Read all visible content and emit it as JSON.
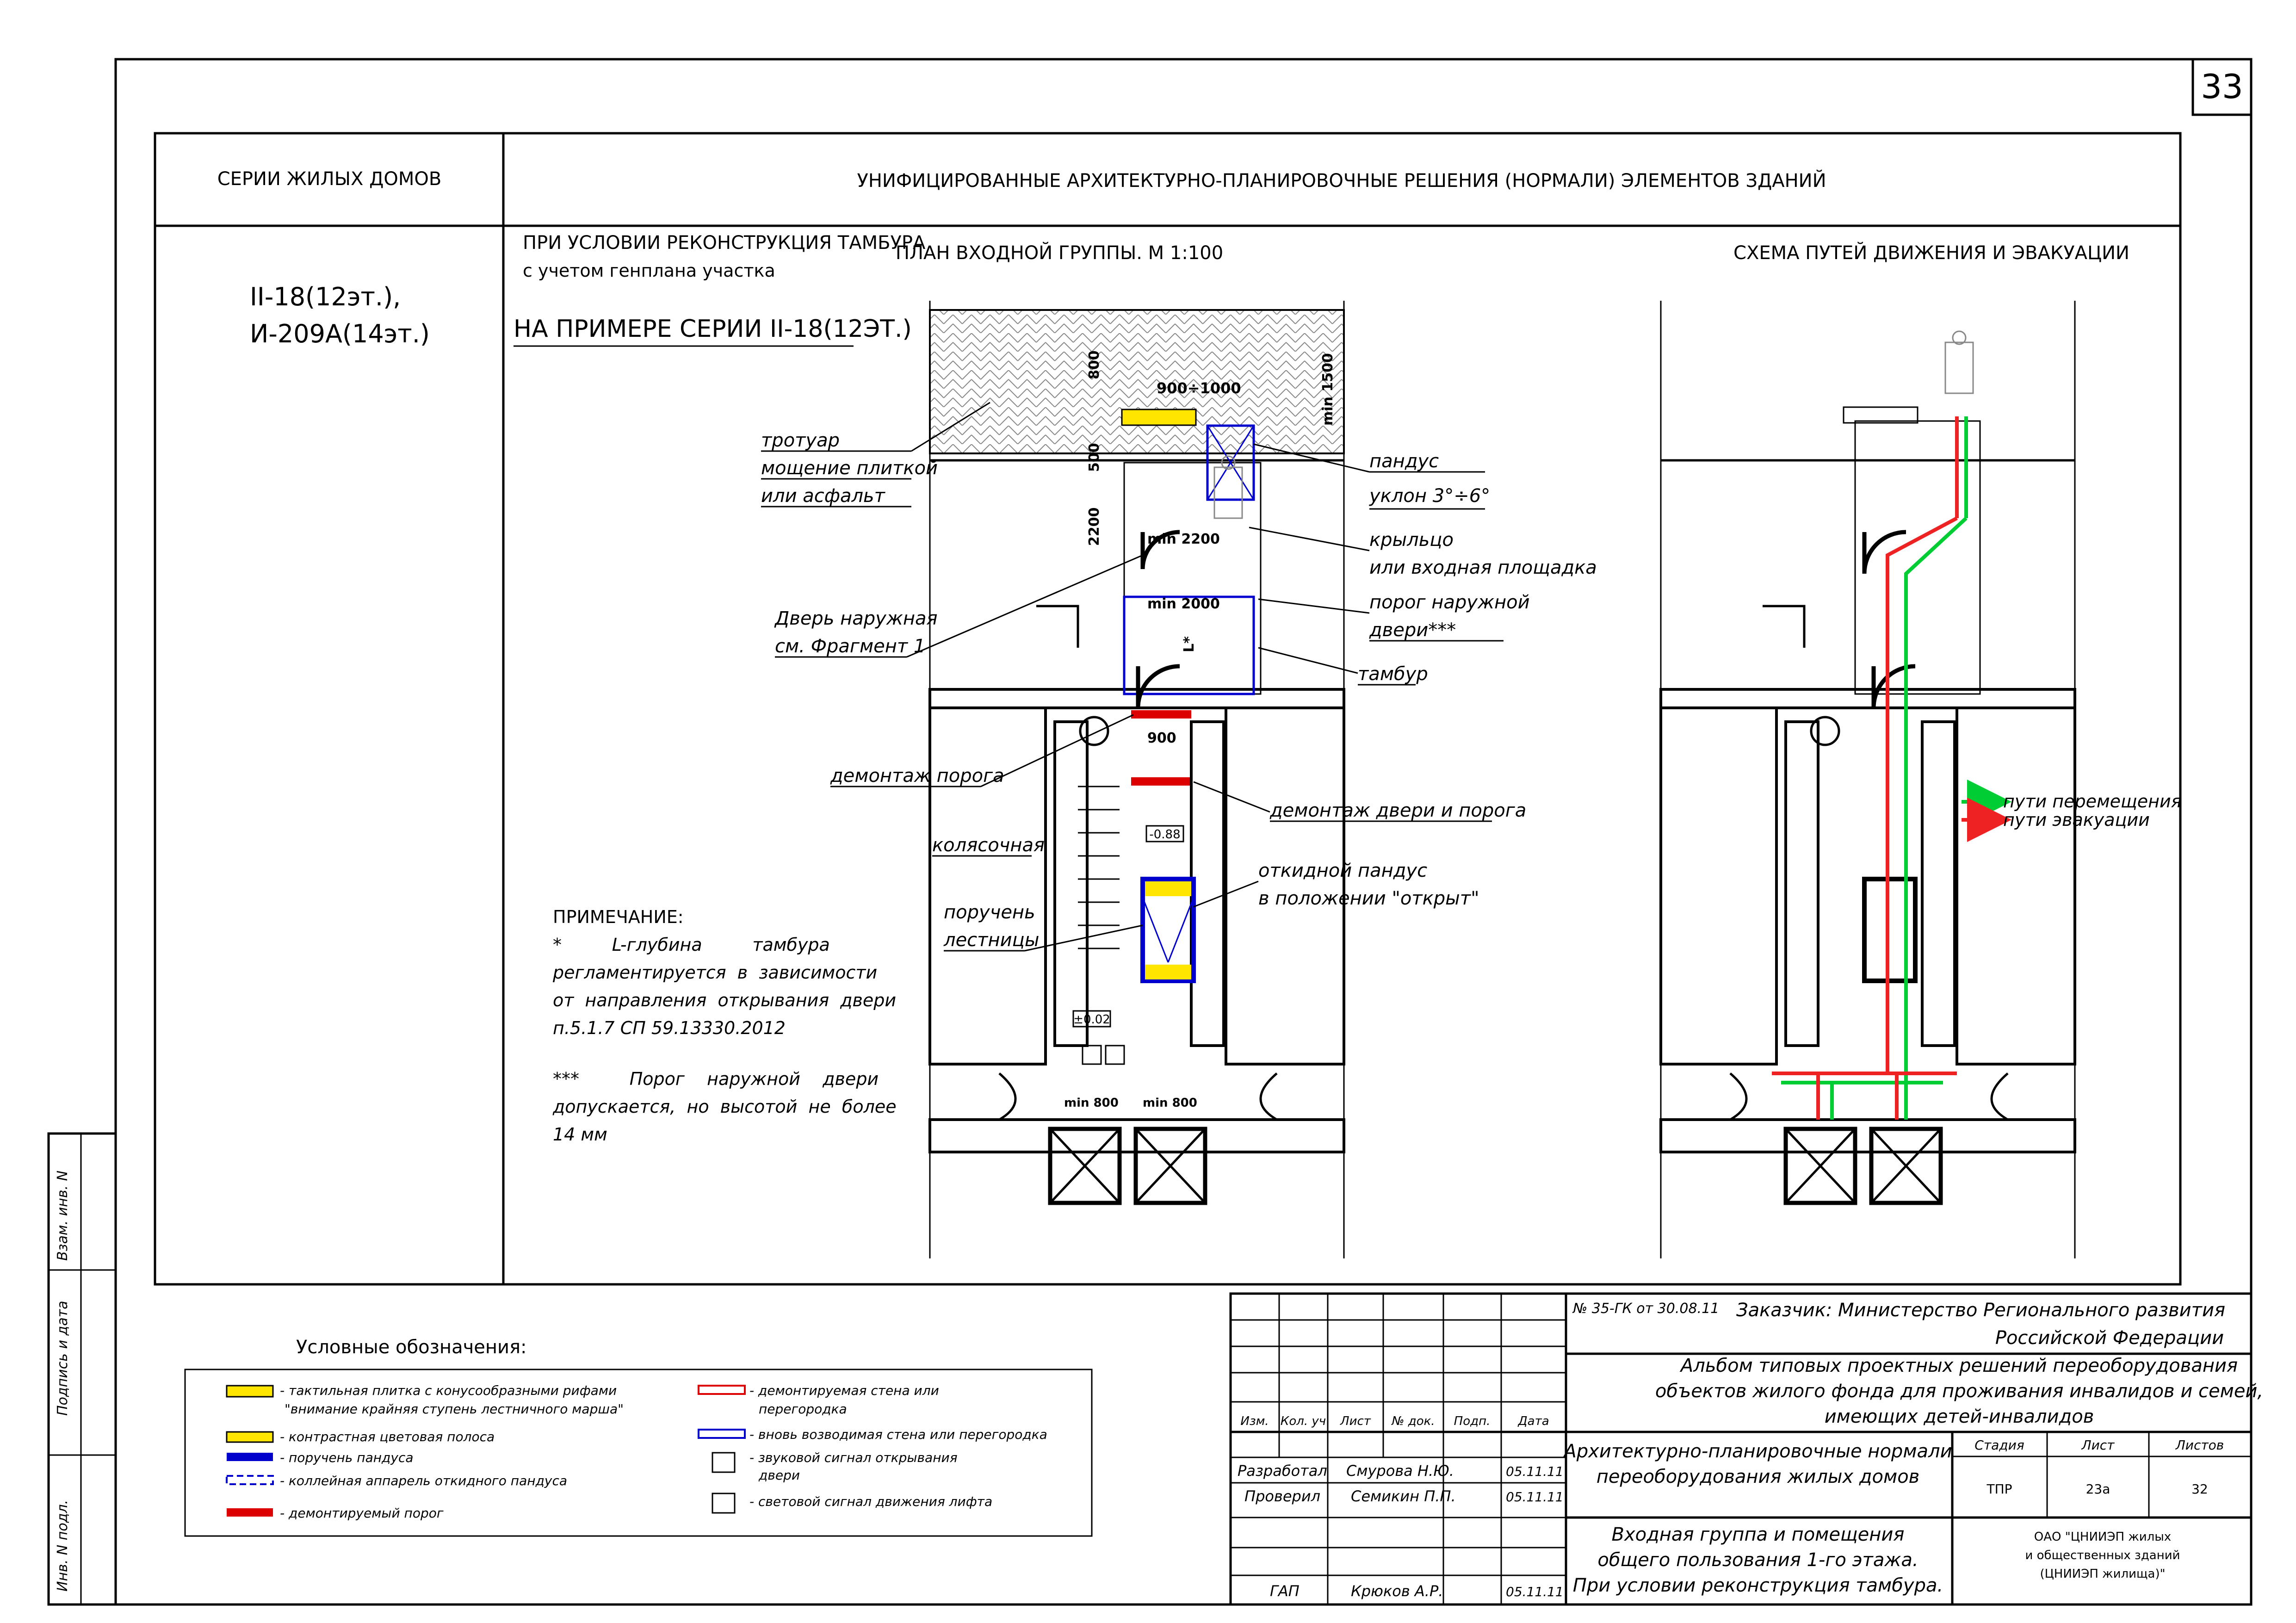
{
  "sheet_number": "33",
  "header": {
    "series_label": "СЕРИИ ЖИЛЫХ ДОМОВ",
    "title": "УНИФИЦИРОВАННЫЕ АРХИТЕКТУРНО-ПЛАНИРОВОЧНЫЕ РЕШЕНИЯ (НОРМАЛИ) ЭЛЕМЕНТОВ ЗДАНИЙ"
  },
  "series": {
    "line1": "II-18(12эт.),",
    "line2": "И-209А(14эт.)"
  },
  "condition": {
    "line1": "ПРИ УСЛОВИИ РЕКОНСТРУКЦИЯ ТАМБУРА",
    "line2": "с учетом генплана участка"
  },
  "example_title": "НА ПРИМЕРЕ СЕРИИ II-18(12ЭТ.)",
  "plan": {
    "title": "ПЛАН ВХОДНОЙ ГРУППЫ. М 1:100",
    "dims": {
      "d500": "500",
      "d800": "800",
      "d2200": "2200",
      "d900_1000": "900÷1000",
      "d1500": "min 1500",
      "dmin2200": "min 2200",
      "dmin2000": "min 2000",
      "d900": "900",
      "dL": "L*",
      "dmin800a": "min 800",
      "dmin800b": "min 800"
    },
    "levels": {
      "l1": "-0.88",
      "l2": "±0.02"
    },
    "labels": {
      "trotuar": "тротуар",
      "moschenie": "мощение плиткой",
      "asfalt": "или асфальт",
      "door_outer1": "Дверь наружная",
      "door_outer2": "см. Фрагмент 1",
      "demontazh_poroga": "демонтаж порога",
      "kolyasochnaya": "колясочная",
      "poruchen1": "поручень",
      "poruchen2": "лестницы",
      "pandus": "пандус",
      "uklon": "уклон 3°÷6°",
      "kryltso1": "крыльцо",
      "kryltso2": "или входная площадка",
      "porog1": "порог наружной",
      "porog2": "двери***",
      "tambur": "тамбур",
      "demontazh_dveri": "демонтаж двери и порога",
      "otkidnoy1": "откидной пандус",
      "otkidnoy2": "в положении \"открыт\""
    }
  },
  "note": {
    "title": "ПРИМЕЧАНИЕ:",
    "lines": [
      "*         L-глубина         тамбура",
      "регламентируется  в  зависимости",
      "от  направления  открывания  двери",
      "п.5.1.7 СП 59.13330.2012",
      "",
      "***         Порог    наружной    двери",
      "допускается,  но  высотой  не  более",
      "14 мм"
    ]
  },
  "scheme": {
    "title": "СХЕМА ПУТЕЙ ДВИЖЕНИЯ И ЭВАКУАЦИИ",
    "legend_move": "пути перемещения",
    "legend_evac": "пути эвакуации",
    "color_move": "#00cc33",
    "color_evac": "#ee2222"
  },
  "legend": {
    "title": "Условные обозначения:",
    "left": [
      {
        "icon": "tactile-tile-icon",
        "text": "- тактильная плитка с конусообразными рифами",
        "text2": "\"внимание крайняя ступень лестничного марша\""
      },
      {
        "icon": "contrast-strip-icon",
        "text": "- контрастная цветовая полоса"
      },
      {
        "icon": "ramp-handrail-icon",
        "text": "- поручень пандуса"
      },
      {
        "icon": "fold-ramp-icon",
        "text": "- коллейная аппарель откидного пандуса"
      },
      {
        "icon": "removed-threshold-icon",
        "text": "- демонтируемый порог"
      }
    ],
    "right": [
      {
        "icon": "removed-wall-icon",
        "text": "- демонтируемая стена или",
        "text2": "перегородка"
      },
      {
        "icon": "new-wall-icon",
        "text": "- вновь возводимая стена или перегородка"
      },
      {
        "icon": "sound-signal-icon",
        "text": "- звуковой сигнал открывания",
        "text2": "двери"
      },
      {
        "icon": "light-signal-icon",
        "text": "- световой сигнал движения лифта"
      }
    ],
    "colors": {
      "yellow": "#ffe600",
      "blue": "#0000cc",
      "red": "#dd0000"
    }
  },
  "side_stamp": {
    "vzam": "Взам. инв. N",
    "podpis": "Подпись и дата",
    "inv": "Инв. N подл."
  },
  "title_block": {
    "doc_no": "№ 35-ГК от 30.08.11",
    "customer1": "Заказчик: Министерство Регионального развития",
    "customer2": "Российской Федерации",
    "album1": "Альбом типовых проектных решений переоборудования",
    "album2": "объектов жилого фонда для проживания инвалидов и семей,",
    "album3": "имеющих детей-инвалидов",
    "cols": [
      "Изм.",
      "Кол. уч",
      "Лист",
      "№ док.",
      "Подп.",
      "Дата"
    ],
    "rows": [
      {
        "role": "Разработал",
        "name": "Смурова Н.Ю.",
        "date": "05.11.11"
      },
      {
        "role": "Проверил",
        "name": "Семикин П.П.",
        "date": "05.11.11"
      },
      {
        "role": "ГАП",
        "name": "Крюков А.Р.",
        "date": "05.11.11"
      }
    ],
    "section1": "Архитектурно-планировочные нормали",
    "section2": "переоборудования жилых домов",
    "sheet1": "Входная группа и помещения",
    "sheet2": "общего пользования 1-го этажа.",
    "sheet3": "При условии реконструкция тамбура.",
    "stage_label": "Стадия",
    "list_label": "Лист",
    "lists_label": "Листов",
    "stage": "ТПР",
    "list": "23а",
    "lists": "32",
    "org1": "ОАО \"ЦНИИЭП жилых",
    "org2": "и общественных зданий",
    "org3": "(ЦНИИЭП жилища)\""
  }
}
